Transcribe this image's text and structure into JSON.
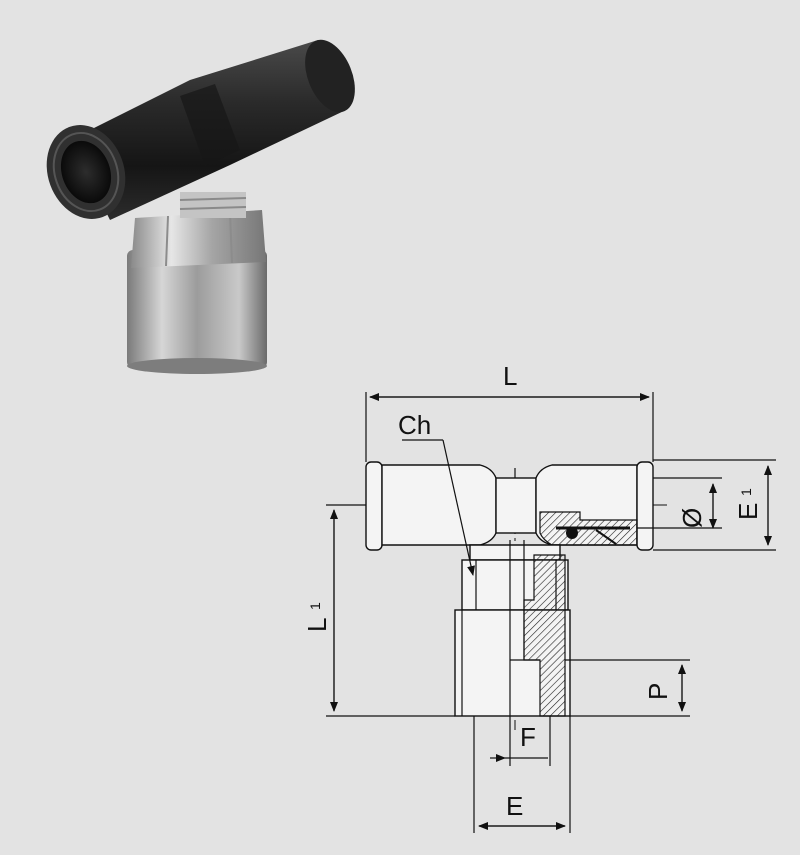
{
  "colors": {
    "background": "#e3e3e3",
    "tube_black": "#1e1e1e",
    "metal": "#b8b8b8",
    "outline": "#111111"
  },
  "photo": {
    "icon": "push-in-tee-fitting-photo"
  },
  "drawing": {
    "labels": {
      "L": "L",
      "L1_main": "L",
      "L1_sub": "1",
      "Ch": "Ch",
      "diameter": "Ø",
      "E1_main": "E",
      "E1_sub": "1",
      "P": "P",
      "F": "F",
      "E": "E"
    }
  }
}
